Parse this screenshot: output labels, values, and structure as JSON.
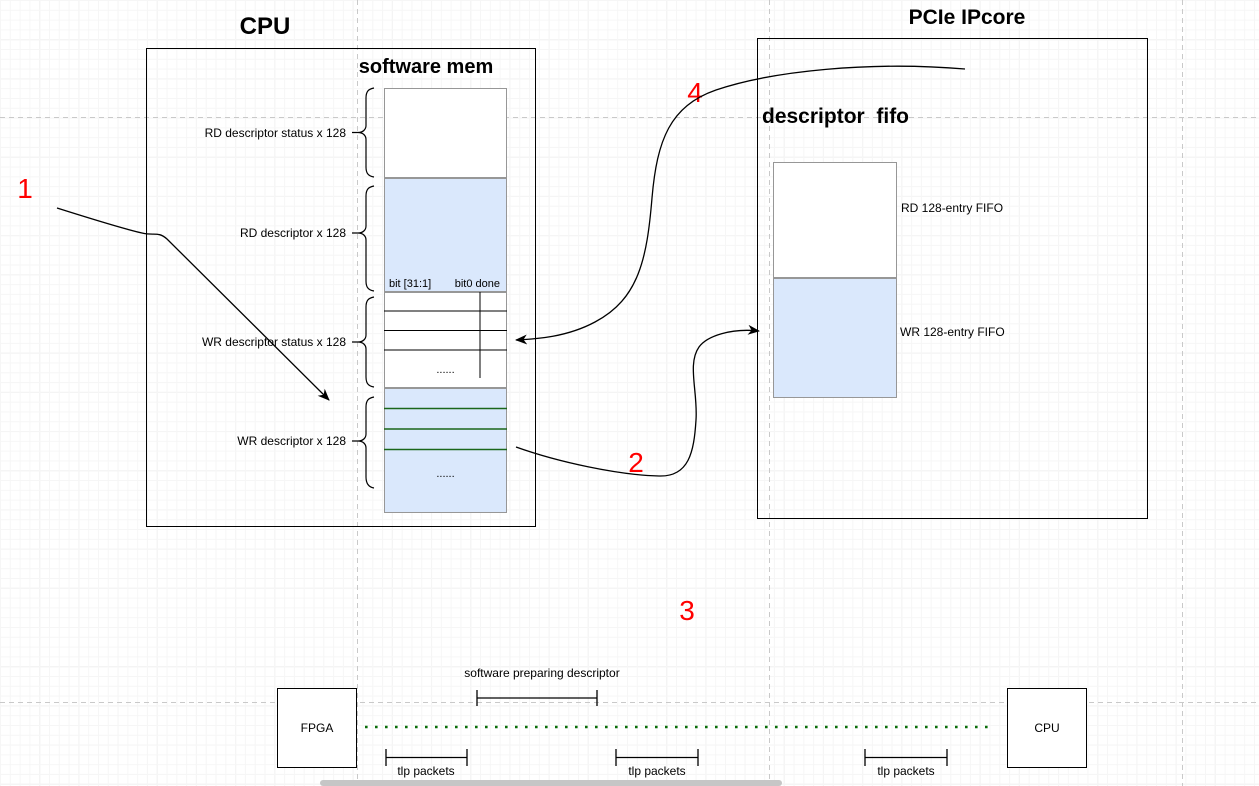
{
  "cpu_region": {
    "title": "CPU",
    "mem_title": "software mem",
    "bit_high": "bit [31:1]",
    "bit_low": "bit0 done",
    "regions": [
      {
        "label": "RD descriptor status x 128"
      },
      {
        "label": "RD descriptor x 128"
      },
      {
        "label": "WR descriptor status x 128",
        "dots": "......"
      },
      {
        "label": "WR descriptor x 128",
        "dots": "......"
      }
    ]
  },
  "pcie_region": {
    "title": "PCIe IPcore",
    "fifo_title": "descriptor  fifo",
    "fifos": [
      {
        "label": "RD 128-entry FIFO"
      },
      {
        "label": "WR 128-entry FIFO"
      }
    ]
  },
  "steps": {
    "s1": "1",
    "s2": "2",
    "s3": "3",
    "s4": "4"
  },
  "timeline": {
    "fpga_label": "FPGA",
    "cpu_label": "CPU",
    "prepare_label": "software preparing descriptor",
    "tlp_labels": [
      "tlp packets",
      "tlp packets",
      "tlp packets"
    ]
  },
  "colors": {
    "blue_fill": "#dae8fc",
    "green_line": "#1a661a",
    "dotted_timeline": "#0b6e0b",
    "red_label": "#ff0000",
    "box_border": "#000000",
    "mem_border": "#979797",
    "page_break": "#c9c9c9"
  }
}
